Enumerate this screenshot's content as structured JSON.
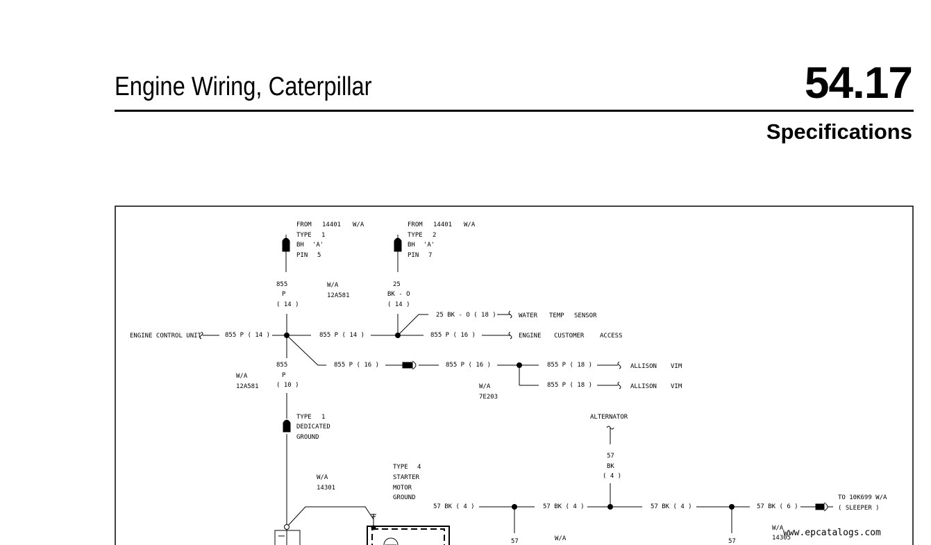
{
  "header": {
    "title": "Engine Wiring, Caterpillar",
    "section_number": "54.17",
    "subtitle": "Specifications"
  },
  "diagram": {
    "from1": [
      "FROM",
      "14401",
      "W/A"
    ],
    "type1": [
      "TYPE",
      "1"
    ],
    "bh1": [
      "BH",
      "'A'"
    ],
    "pin1": [
      "PIN",
      "5"
    ],
    "from2": [
      "FROM",
      "14401",
      "W/A"
    ],
    "type2": [
      "TYPE",
      "2"
    ],
    "bh2": [
      "BH",
      "'A'"
    ],
    "pin2": [
      "PIN",
      "7"
    ],
    "w855": "855",
    "wP": "P",
    "g14": "( 14 )",
    "wa_left": "W/A",
    "wa_left_id": "12A581",
    "w25": "25",
    "bk0": "BK - O",
    "g14b": "( 14 )",
    "branch_water": "25   BK - O ( 18 )",
    "water_label": [
      "WATER",
      "TEMP",
      "SENSOR"
    ],
    "ecu_label": "ENGINE CONTROL UNIT",
    "ecu_wire": "855   P ( 14 )",
    "mid_wire1": "855   P ( 14 )",
    "mid_wire2": "855   P ( 16 )",
    "engine_access": [
      "ENGINE",
      "CUSTOMER",
      "ACCESS"
    ],
    "lower_855": "855",
    "lower_P": "P",
    "lower_g10": "( 10 )",
    "wa_left2": "W/A",
    "wa_left2_id": "12A581",
    "diag_wire": "855   P ( 16 )",
    "connector_wire": "855   P ( 16 )",
    "allison_wire1": "855   P ( 18 )",
    "allison_wire2": "855   P ( 18 )",
    "allison1": [
      "ALLISON",
      "VIM"
    ],
    "allison2": [
      "ALLISON",
      "VIM"
    ],
    "wa_7e": "W/A",
    "wa_7e_id": "7E203",
    "ground_type": [
      "TYPE",
      "1"
    ],
    "ground_label1": "DEDICATED",
    "ground_label2": "GROUND",
    "alternator": "ALTERNATOR",
    "alt_57": "57",
    "alt_bk": "BK",
    "alt_g4": "( 4 )",
    "starter_type": [
      "TYPE",
      "4"
    ],
    "starter1": "STARTER",
    "starter2": "MOTOR",
    "starter3": "GROUND",
    "wa_14301": "W/A",
    "wa_14301_id": "14301",
    "bottom_wire1": "57   BK ( 4 )",
    "bottom_wire2": "57   BK ( 4 )",
    "bottom_wire3": "57   BK ( 4 )",
    "bottom_wire4": "57   BK ( 6 )",
    "sleeper_to": "TO  10K699  W/A",
    "sleeper": "( SLEEPER     )",
    "wa_1430x": "W/A",
    "wa_1430x_id": "14305",
    "bot_57a": "57",
    "bot_wa": "W/A",
    "bot_57b": "57"
  },
  "watermark": "www.epcatalogs.com"
}
